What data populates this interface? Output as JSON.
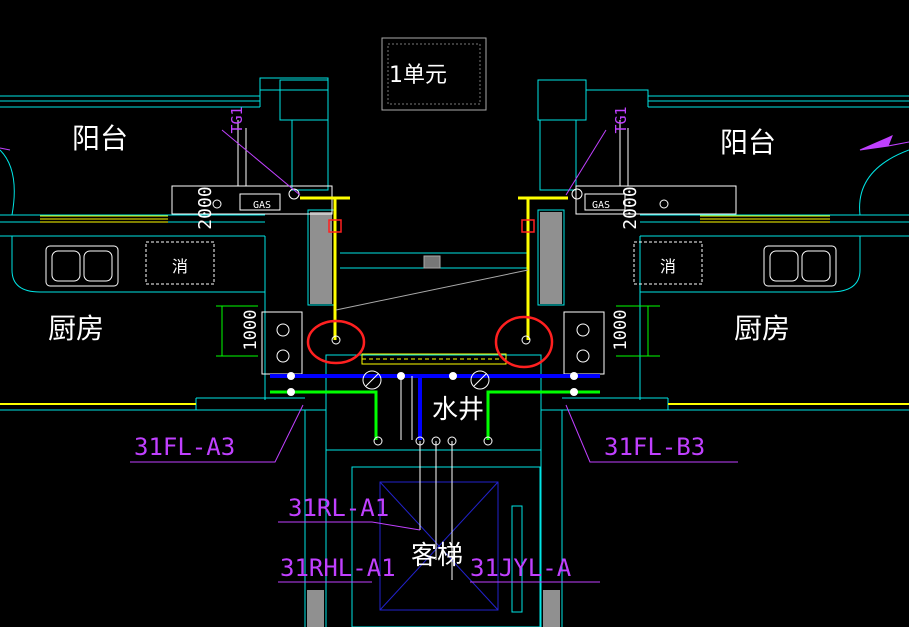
{
  "drawing": {
    "unit_label": "1单元",
    "rooms": {
      "balcony_left": "阳台",
      "balcony_right": "阳台",
      "kitchen_left": "厨房",
      "kitchen_right": "厨房",
      "water_shaft": "水井",
      "elevator": "客梯"
    },
    "fixtures": {
      "tg_left": "TG1",
      "tg_right": "TG1",
      "gas_left": "GAS",
      "gas_right": "GAS",
      "fire_left": "消",
      "fire_right": "消"
    },
    "dimensions": {
      "dim_2000_left": "2000",
      "dim_2000_right": "2000",
      "dim_1000_left": "1000",
      "dim_1000_right": "1000"
    },
    "pipe_tags": {
      "fl_a3": "31FL-A3",
      "fl_b3": "31FL-B3",
      "rl_a1": "31RL-A1",
      "rhl_a1": "31RHL-A1",
      "jyl_a": "31JYL-A"
    },
    "colors": {
      "background": "#000000",
      "wall": "#00e5e5",
      "supply_pipe": "#ffff00",
      "drain_pipe": "#0000ff",
      "branch_pipe": "#00ff00",
      "leader": "#c040ff",
      "highlight_circle": "#ff2020",
      "fill_gray": "#a0a0a0"
    }
  }
}
